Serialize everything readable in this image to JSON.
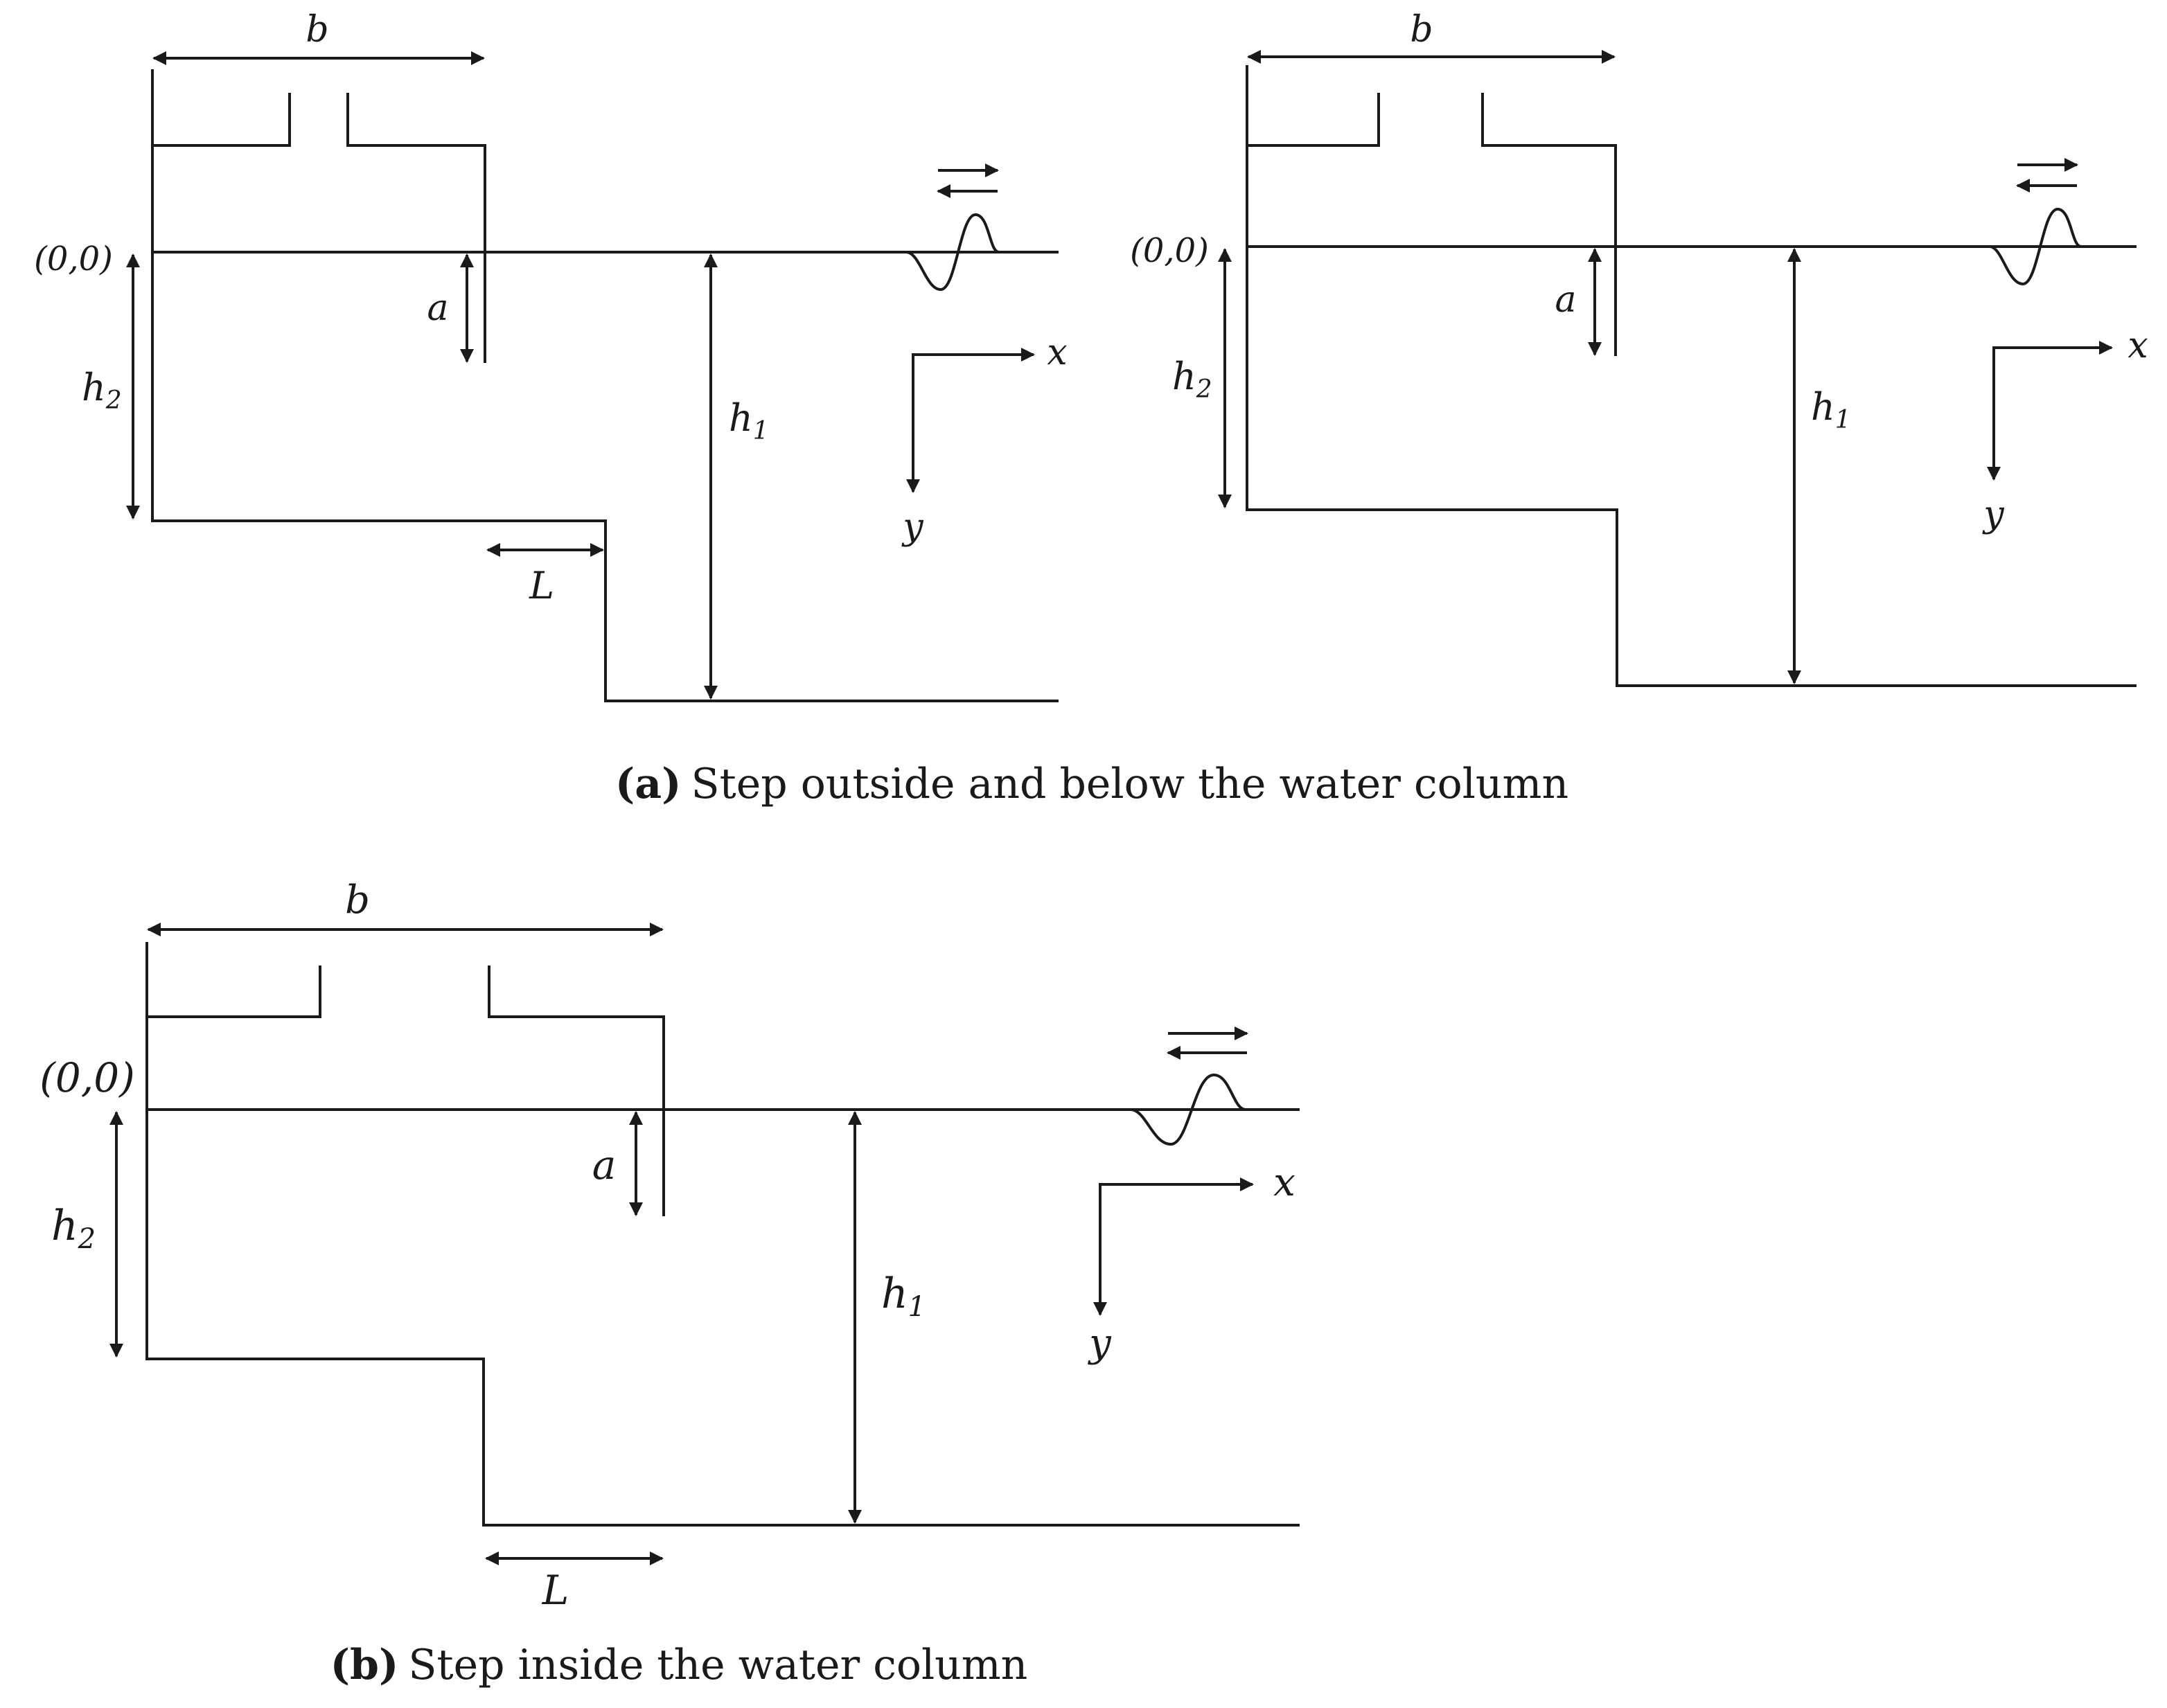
{
  "panel_a": {
    "caption_tag": "(a)",
    "caption_text": "Step outside and below the water column",
    "left": {
      "origin": "(0,0)",
      "b": "b",
      "a": "a",
      "h1": "h",
      "h1_sub": "1",
      "h2": "h",
      "h2_sub": "2",
      "L": "L",
      "x": "x",
      "y": "y"
    },
    "right": {
      "origin": "(0,0)",
      "b": "b",
      "a": "a",
      "h1": "h",
      "h1_sub": "1",
      "h2": "h",
      "h2_sub": "2",
      "x": "x",
      "y": "y"
    }
  },
  "panel_b": {
    "caption_tag": "(b)",
    "caption_text": "Step inside the water column",
    "origin": "(0,0)",
    "b": "b",
    "a": "a",
    "h1": "h",
    "h1_sub": "1",
    "h2": "h",
    "h2_sub": "2",
    "L": "L",
    "x": "x",
    "y": "y"
  }
}
